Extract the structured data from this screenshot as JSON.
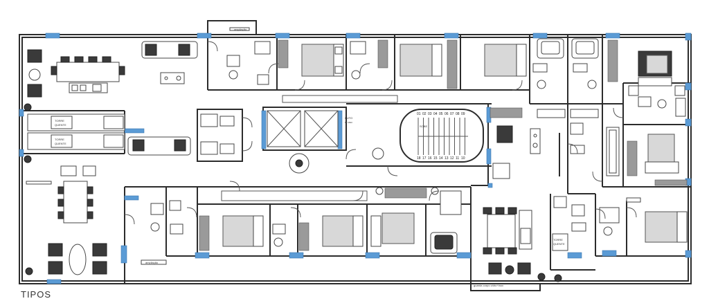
{
  "caption": "TIPOS",
  "labels": {
    "torre_quente": [
      "TORRE",
      "QUENTE"
    ],
    "ampliacao": "ampliação",
    "duto": [
      "DUTO",
      "s/ uso"
    ],
    "sobe": "SOBE",
    "guarda_corpo": "guarda corpo vidro+inox"
  },
  "stairs": {
    "top_numbers": [
      "01",
      "02",
      "03",
      "04",
      "05",
      "06",
      "07",
      "08",
      "09"
    ],
    "bottom_numbers": [
      "18",
      "17",
      "16",
      "15",
      "14",
      "13",
      "12",
      "11",
      "10"
    ]
  },
  "colors": {
    "window": "#5b9bd5",
    "wall": "#2b2b2b",
    "furniture": "#444444"
  }
}
